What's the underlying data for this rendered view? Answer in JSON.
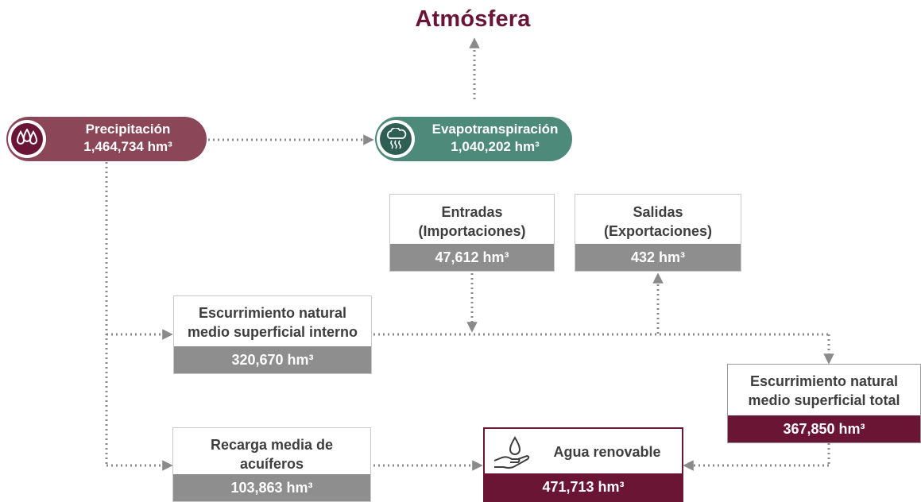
{
  "title": "Atmósfera",
  "colors": {
    "title": "#6b1535",
    "precip": "#8b4657",
    "evap": "#4e8a7a",
    "gray": "#8e8e8e",
    "dark": "#6b1535",
    "arrow": "#8a8a8a"
  },
  "precipitacion": {
    "label": "Precipitación",
    "value": "1,464,734 hm³",
    "icon": "droplets-icon"
  },
  "evapotranspiracion": {
    "label": "Evapotranspiración",
    "value": "1,040,202 hm³",
    "icon": "cloud-vapor-icon"
  },
  "entradas": {
    "line1": "Entradas",
    "line2": "(Importaciones)",
    "value": "47,612 hm³"
  },
  "salidas": {
    "line1": "Salidas",
    "line2": "(Exportaciones)",
    "value": "432 hm³"
  },
  "escurrimiento_interno": {
    "line1": "Escurrimiento natural",
    "line2": "medio superficial interno",
    "value": "320,670 hm³"
  },
  "escurrimiento_total": {
    "line1": "Escurrimiento natural",
    "line2": "medio superficial total",
    "value": "367,850 hm³"
  },
  "recarga": {
    "line1": "Recarga media de",
    "line2": "acuíferos",
    "value": "103,863 hm³"
  },
  "agua_renovable": {
    "label": "Agua renovable",
    "value": "471,713 hm³",
    "icon": "hand-water-drop-icon"
  }
}
